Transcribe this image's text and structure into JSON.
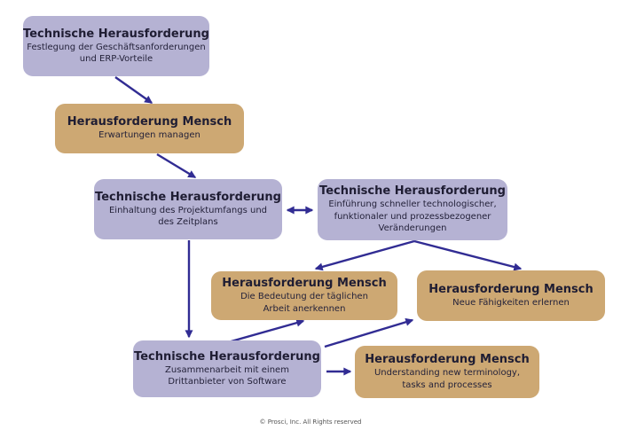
{
  "colors": {
    "technical_box_fill": "#b5b2d3",
    "human_box_fill": "#cda873",
    "arrow": "#312c93",
    "title_text": "#1f1d33",
    "body_text": "#24223a",
    "background": "#ffffff"
  },
  "boxes": [
    {
      "type": "technisch",
      "title": "Technische Herausforderung",
      "lines": [
        "Festlegung der Geschäftsanforderungen",
        "und ERP-Vorteile"
      ]
    },
    {
      "type": "mensch",
      "title": "Herausforderung Mensch",
      "lines": [
        "Erwartungen managen"
      ]
    },
    {
      "type": "technisch",
      "title": "Technische Herausforderung",
      "lines": [
        "Einhaltung des Projektumfangs und",
        "des Zeitplans"
      ]
    },
    {
      "type": "technisch",
      "title": "Technische Herausforderung",
      "lines": [
        "Einführung schneller technologischer,",
        "funktionaler und prozessbezogener",
        "Veränderungen"
      ]
    },
    {
      "type": "mensch",
      "title": "Herausforderung Mensch",
      "lines": [
        "Die Bedeutung der täglichen",
        "Arbeit anerkennen"
      ]
    },
    {
      "type": "mensch",
      "title": "Herausforderung Mensch",
      "lines": [
        "Neue Fähigkeiten erlernen"
      ]
    },
    {
      "type": "technisch",
      "title": "Technische Herausforderung",
      "lines": [
        "Zusammenarbeit mit einem",
        "Drittanbieter von Software"
      ]
    },
    {
      "type": "mensch",
      "title": "Herausforderung Mensch",
      "lines": [
        "Understanding new terminology,",
        "tasks and processes"
      ]
    }
  ],
  "footer": {
    "copyright": "© Prosci, Inc. All Rights reserved"
  }
}
